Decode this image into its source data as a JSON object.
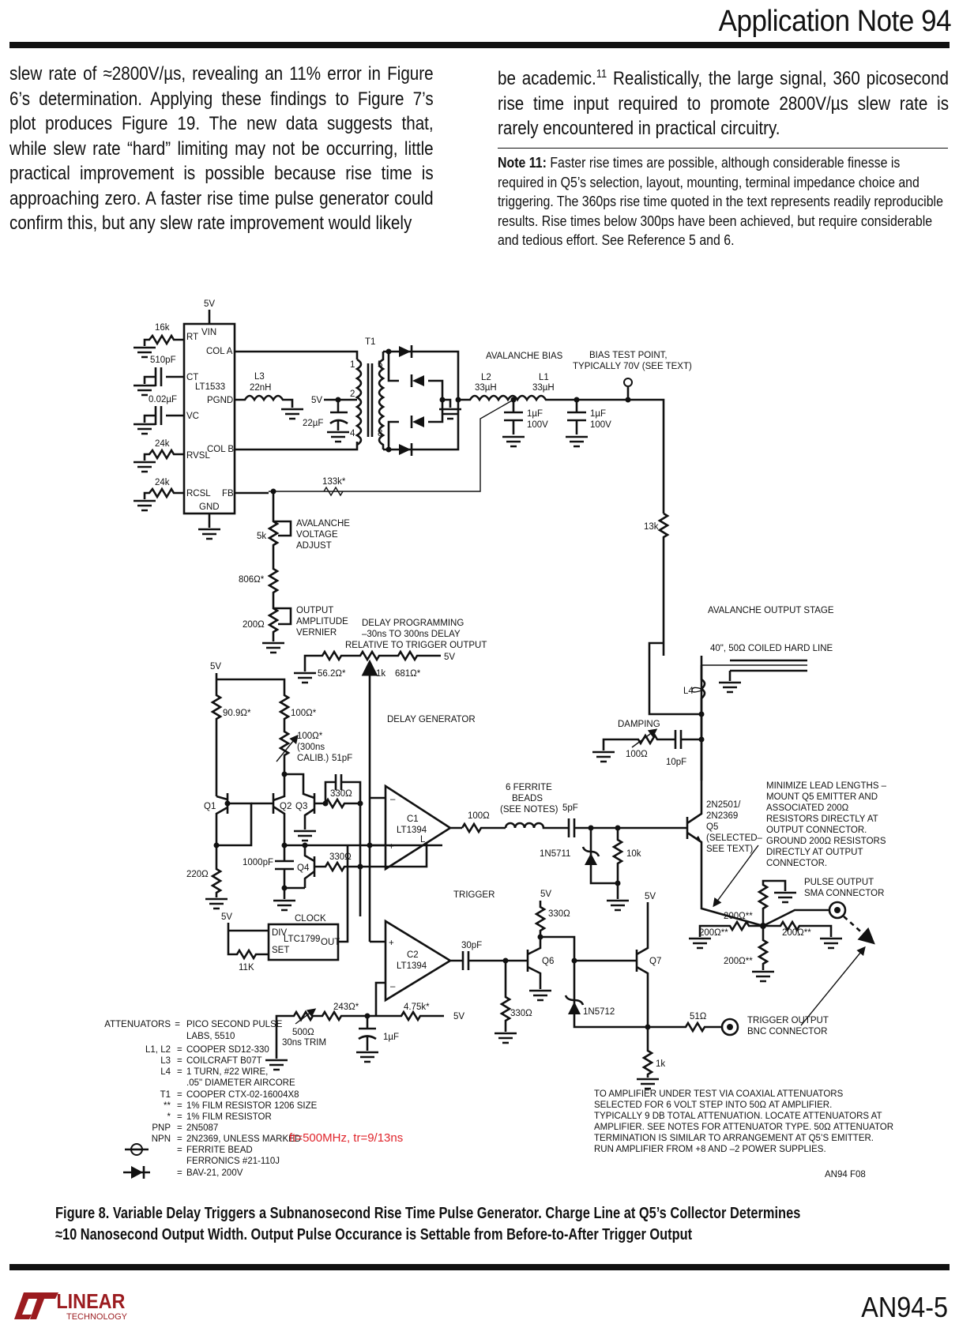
{
  "header": {
    "title": "Application Note 94"
  },
  "body": {
    "left_column": "slew rate of ≈2800V/µs, revealing an 11% error in Figure 6’s determination. Applying these findings to Figure 7’s plot produces Figure 19. The new data suggests that, while slew rate “hard” limiting may not be occurring, little practical improvement is possible because rise time is approaching zero. A faster rise time pulse generator could confirm this, but any slew rate improvement would likely",
    "right_column_pre": "be academic.",
    "right_column_sup": "11",
    "right_column_post": " Realistically, the large signal, 360 picosecond rise time input required to promote 2800V/µs slew rate is rarely encountered in practical circuitry.",
    "note_label": "Note 11:",
    "note_text": " Faster rise times are possible, although considerable finesse is required in Q5’s selection, layout, mounting, terminal impedance choice and triggering. The 360ps rise time quoted in the text represents readily reproducible results. Rise times below 300ps have been achieved, but require considerable and tedious effort. See Reference 5 and 6."
  },
  "schematic": {
    "labels": {
      "v5_top": "5V",
      "vin": "VIN",
      "rt": "RT",
      "ct": "CT",
      "vc": "VC",
      "rvsl": "RVSL",
      "rcsl": "RCSL",
      "col_a": "COL A",
      "col_b": "COL B",
      "pgnd": "PGND",
      "fb": "FB",
      "gnd": "GND",
      "lt1533": "LT1533",
      "r16k": "16k",
      "c510": "510pF",
      "c002": "0.02µF",
      "r24k_a": "24k",
      "r24k_b": "24k",
      "l3": "L3",
      "l3_val": "22nH",
      "v5_t1": "5V",
      "c22u": "22µF",
      "t1": "T1",
      "pin1": "1",
      "pin2": "2",
      "pin4": "4",
      "pin5": "5",
      "pin8": "8",
      "aval_bias": "AVALANCHE BIAS",
      "l2": "L2",
      "l2_val": "33µH",
      "l1": "L1",
      "l1_val": "33µH",
      "c1u_a": "1µF",
      "c1u_a_v": "100V",
      "c1u_b": "1µF",
      "c1u_b_v": "100V",
      "bias_tp_1": "BIAS TEST POINT,",
      "bias_tp_2": "TYPICALLY 70V (SEE TEXT)",
      "r133k": "133k*",
      "r13k": "13k",
      "aval_adj_1": "AVALANCHE",
      "aval_adj_2": "VOLTAGE",
      "aval_adj_3": "ADJUST",
      "r5k": "5k",
      "r806": "806Ω*",
      "out_amp_1": "OUTPUT",
      "out_amp_2": "AMPLITUDE",
      "out_amp_3": "VERNIER",
      "r200": "200Ω",
      "delay_prog_1": "DELAY PROGRAMMING",
      "delay_prog_2": "–30ns TO 300ns DELAY",
      "delay_prog_3": "RELATIVE TO TRIGGER OUTPUT",
      "r56": "56.2Ω*",
      "r1k_pot": "1k",
      "r681": "681Ω*",
      "v5_dp": "5V",
      "v5_q1": "5V",
      "r909": "90.9Ω*",
      "r100a": "100Ω*",
      "r100b": "100Ω*",
      "calib_1": "(300ns",
      "calib_2": "CALIB.)",
      "c51": "51pF",
      "r330a": "330Ω",
      "r330b": "330Ω",
      "q1": "Q1",
      "q2": "Q2",
      "q3": "Q3",
      "q4": "Q4",
      "c1000": "1000pF",
      "r220": "220Ω",
      "delay_gen": "DELAY GENERATOR",
      "c1": "C1",
      "c1_part": "LT1394",
      "c1_l": "L",
      "r100_out": "100Ω",
      "ferrite_1": "6 FERRITE",
      "ferrite_2": "BEADS",
      "ferrite_3": "(SEE NOTES)",
      "c5p": "5pF",
      "d1n5711": "1N5711",
      "r10k": "10k",
      "trigger": "TRIGGER",
      "v5_clk": "5V",
      "clock": "CLOCK",
      "div": "DIV",
      "set": "SET",
      "ltc1799": "LTC1799",
      "out": "OUT",
      "r11k": "11K",
      "c2": "C2",
      "c2_part": "LT1394",
      "c30p": "30pF",
      "r243": "243Ω*",
      "r475": "4.75k*",
      "v5_c2": "5V",
      "r500": "500Ω",
      "trim": "30ns TRIM",
      "c1u_c": "1µF",
      "v5_q6": "5V",
      "r330c": "330Ω",
      "q6": "Q6",
      "r330d": "330Ω",
      "d1n5712": "1N5712",
      "v5_q7": "5V",
      "q7": "Q7",
      "r51": "51Ω",
      "r1k": "1k",
      "trig_out_1": "TRIGGER OUTPUT",
      "trig_out_2": "BNC CONNECTOR",
      "aval_out": "AVALANCHE OUTPUT STAGE",
      "hardline": "40\", 50Ω COILED HARD LINE",
      "l4": "L4",
      "damping": "DAMPING",
      "r100_damp": "100Ω",
      "c10p": "10pF",
      "q5_1": "2N2501/",
      "q5_2": "2N2369",
      "q5_3": "Q5",
      "q5_4": "(SELECTED–",
      "q5_5": "SEE TEXT)",
      "r200a": "200Ω**",
      "r200b": "200Ω**",
      "r200c": "200Ω**",
      "r200d": "200Ω**",
      "pulse_out_1": "PULSE OUTPUT",
      "pulse_out_2": "SMA CONNECTOR",
      "fig_id": "AN94 F08"
    },
    "note_minimize": [
      "MINIMIZE LEAD LENGTHS –",
      "MOUNT Q5 EMITTER AND",
      "ASSOCIATED 200Ω",
      "RESISTORS DIRECTLY AT",
      "OUTPUT CONNECTOR.",
      "GROUND 200Ω RESISTORS",
      "DIRECTLY AT OUTPUT",
      "CONNECTOR."
    ],
    "note_amplifier": [
      "TO AMPLIFIER UNDER TEST VIA COAXIAL ATTENUATORS",
      "SELECTED FOR 6 VOLT STEP INTO 50Ω AT AMPLIFIER.",
      "TYPICALLY 9 DB TOTAL ATTENUATION. LOCATE ATTENUATORS AT",
      "AMPLIFIER. SEE NOTES FOR ATTENUATOR TYPE. 50Ω ATTENUATOR",
      "TERMINATION IS SIMILAR TO ARRANGEMENT AT Q5’S EMITTER.",
      "RUN AMPLIFIER FROM +8 AND –2 POWER SUPPLIES."
    ],
    "legend": [
      {
        "key": "ATTENUATORS",
        "value": "PICO SECOND PULSE"
      },
      {
        "key": "",
        "value": "LABS, 5510"
      },
      {
        "key": "L1, L2",
        "value": "COOPER SD12-330"
      },
      {
        "key": "L3",
        "value": "COILCRAFT B07T"
      },
      {
        "key": "L4",
        "value": "1 TURN, #22 WIRE,"
      },
      {
        "key": "",
        "value": ".05\" DIAMETER AIRCORE"
      },
      {
        "key": "T1",
        "value": "COOPER CTX-02-16004X8"
      },
      {
        "key": "**",
        "value": "1% FILM RESISTOR 1206 SIZE"
      },
      {
        "key": "*",
        "value": "1% FILM RESISTOR"
      },
      {
        "key": "PNP",
        "value": "2N5087"
      },
      {
        "key": "NPN",
        "value": "2N2369, UNLESS MARKED"
      },
      {
        "key": "ferrite-bead-symbol",
        "value": "FERRITE BEAD"
      },
      {
        "key": "",
        "value": "FERRONICS #21-110J"
      },
      {
        "key": "diode-symbol",
        "value": "BAV-21, 200V"
      }
    ]
  },
  "annotation": {
    "text": "ft=500MHz, tr=9/13ns",
    "color": "#e0242b"
  },
  "caption": {
    "line1": "Figure 8. Variable Delay Triggers a Subnanosecond Rise Time Pulse Generator. Charge Line at Q5’s Collector Determines",
    "line2": "≈10 Nanosecond Output Width. Output Pulse Occurance is Settable from Before-to-After Trigger Output"
  },
  "footer": {
    "logo_word": "LINEAR",
    "logo_sub": "TECHNOLOGY",
    "logo_color": "#9b1b1f",
    "page": "AN94-5"
  }
}
